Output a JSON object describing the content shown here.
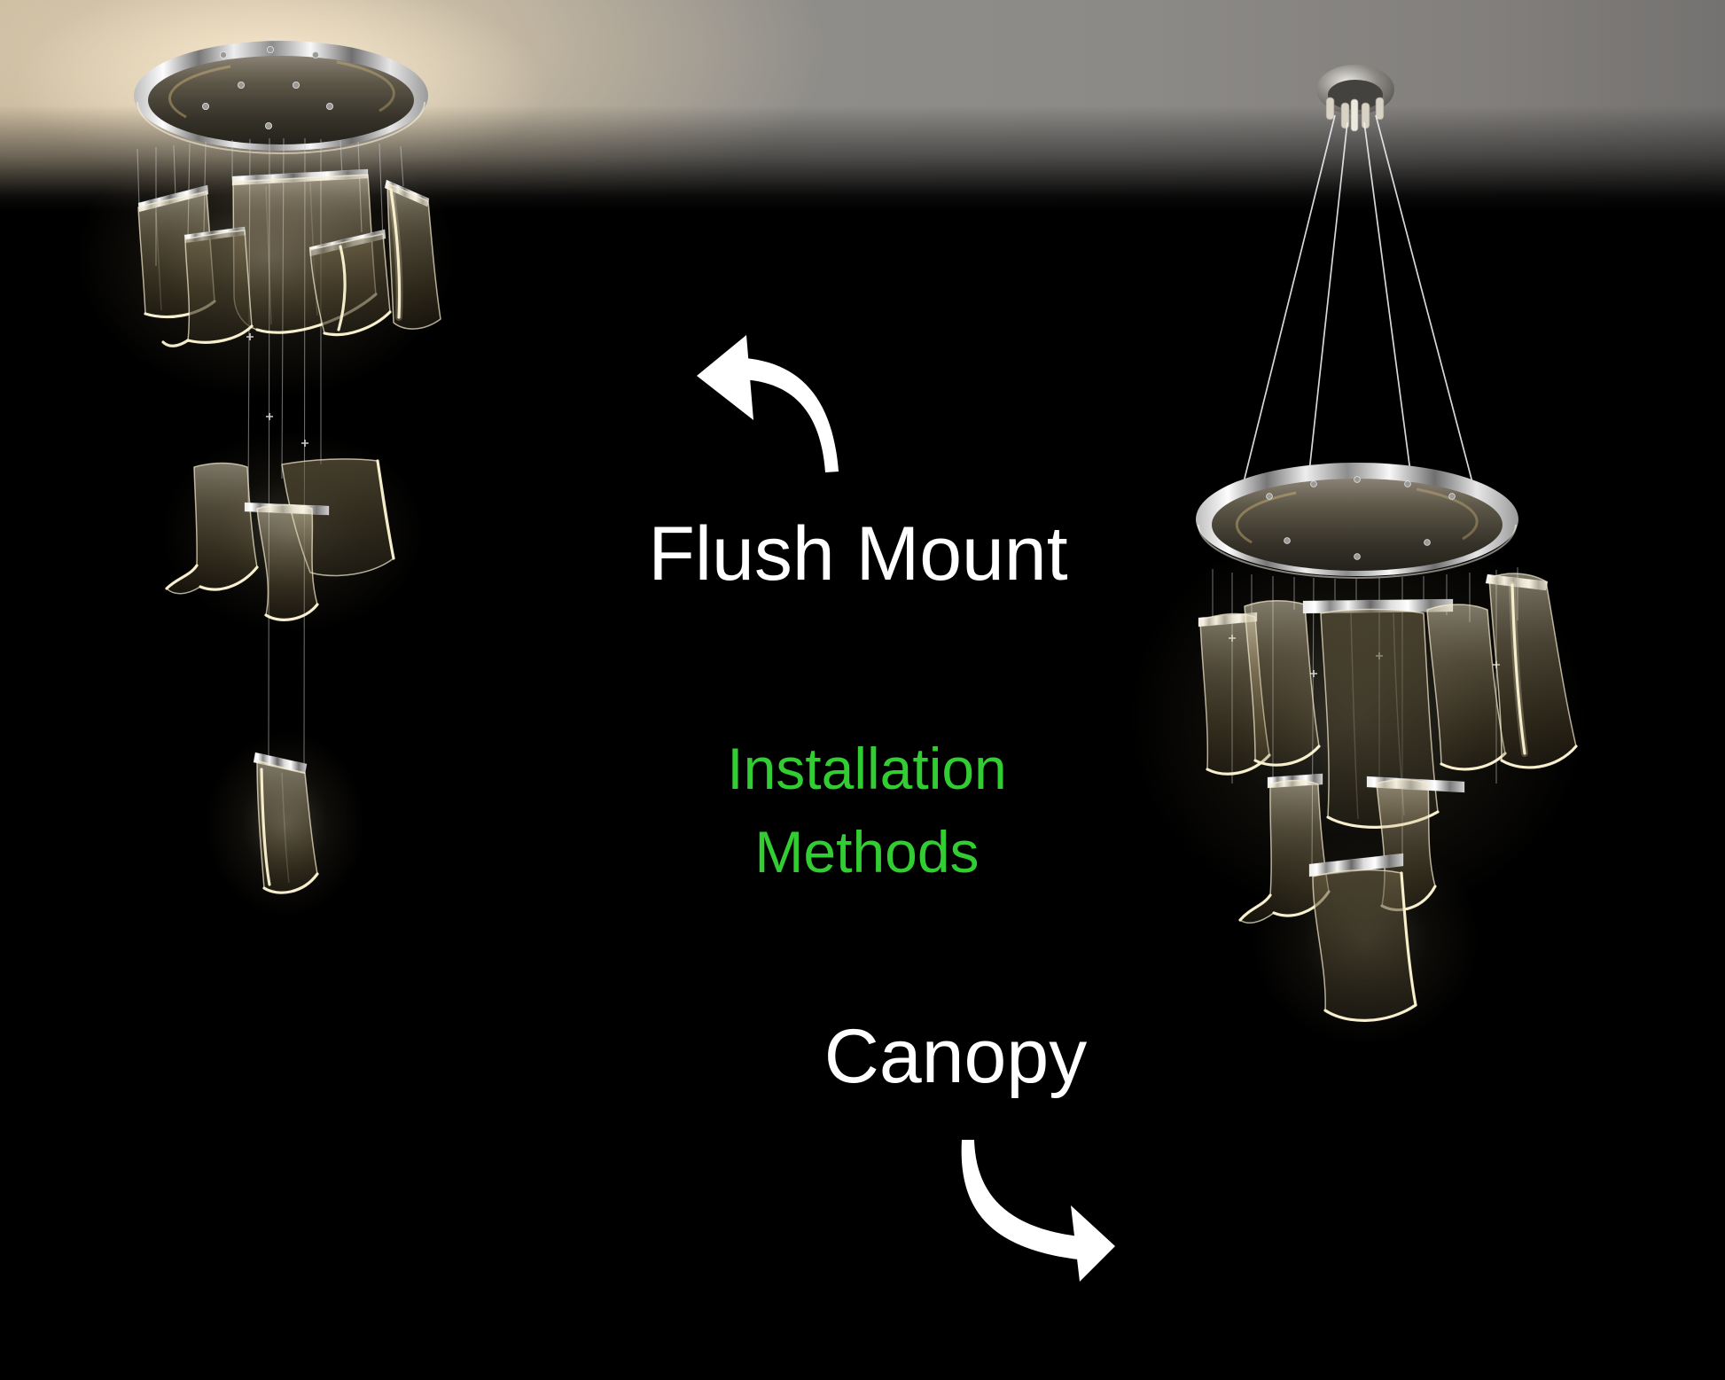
{
  "scene": {
    "background_color": "#000000",
    "ceiling_warm_color": "#e9d8bc",
    "ceiling_gray_color": "#8e8c89"
  },
  "center_label": {
    "line1": "Installation",
    "line2": "Methods",
    "text": "Installation\nMethods",
    "color": "#32cd32"
  },
  "methods": [
    {
      "id": "flush-mount",
      "label": "Flush Mount",
      "label_color": "#ffffff",
      "arrow_icon": "curved-arrow-up-left",
      "arrow_color": "#ffffff",
      "fixture": "chandelier mounted directly on ceiling plate"
    },
    {
      "id": "canopy",
      "label": "Canopy",
      "label_color": "#ffffff",
      "arrow_icon": "curved-arrow-down-right",
      "arrow_color": "#ffffff",
      "fixture": "chandelier suspended on cables from small ceiling canopy"
    }
  ],
  "fixture_colors": {
    "chrome": "#d9d9d9",
    "panel_glow": "#fdf4d2",
    "panel_body": "#c9b488"
  }
}
